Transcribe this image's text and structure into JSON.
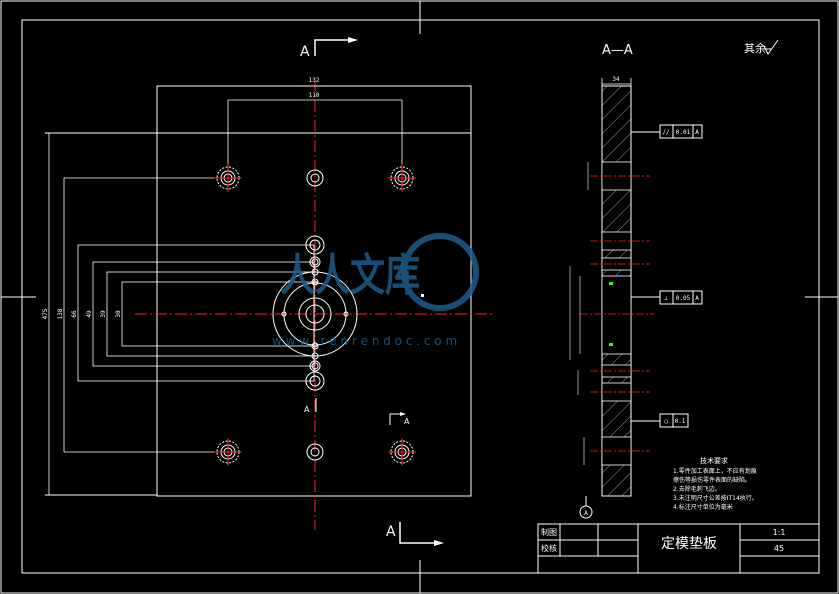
{
  "view_labels": {
    "section_mark_top": "A",
    "section_mark_bottom": "A",
    "section_mark_mid": "A",
    "section_mark_mid2": "A",
    "section_title": "A—A",
    "roughness_note": "其余"
  },
  "dimensions": {
    "width_overall": "132",
    "width_holes": "110",
    "height_overall": "475",
    "height_2": "138",
    "height_3": "66",
    "height_4": "49",
    "height_5": "39",
    "height_6": "30",
    "thickness": "34"
  },
  "tolerance_frames": [
    {
      "symbol": "//",
      "value": "0.01",
      "datum": "A"
    },
    {
      "symbol": "⊥",
      "value": "0.05",
      "datum": "A"
    },
    {
      "symbol": "◯",
      "value": "0.1",
      "datum": ""
    }
  ],
  "datum_label": "A",
  "tech_notes": {
    "title": "技术要求",
    "lines": [
      "1.零件加工表面上，不应有划痕",
      "擦伤等损伤零件表面的缺陷。",
      "2.去除毛刺飞边。",
      "3.未注明尺寸公差按IT14执行。",
      "4.标注尺寸单位为毫米"
    ]
  },
  "title_block": {
    "drawn_label": "制图",
    "checked_label": "校核",
    "part_name": "定模垫板",
    "scale": "1:1",
    "material": "45"
  },
  "watermark": {
    "brand": "人人文库",
    "url": "w w w . r e n r e n d o c . c o m"
  },
  "colors": {
    "background": "#000000",
    "lines": "#ffffff",
    "centerlines": "#ff2020",
    "hatch": "#ffffff",
    "watermark": "#1e5d8c"
  }
}
